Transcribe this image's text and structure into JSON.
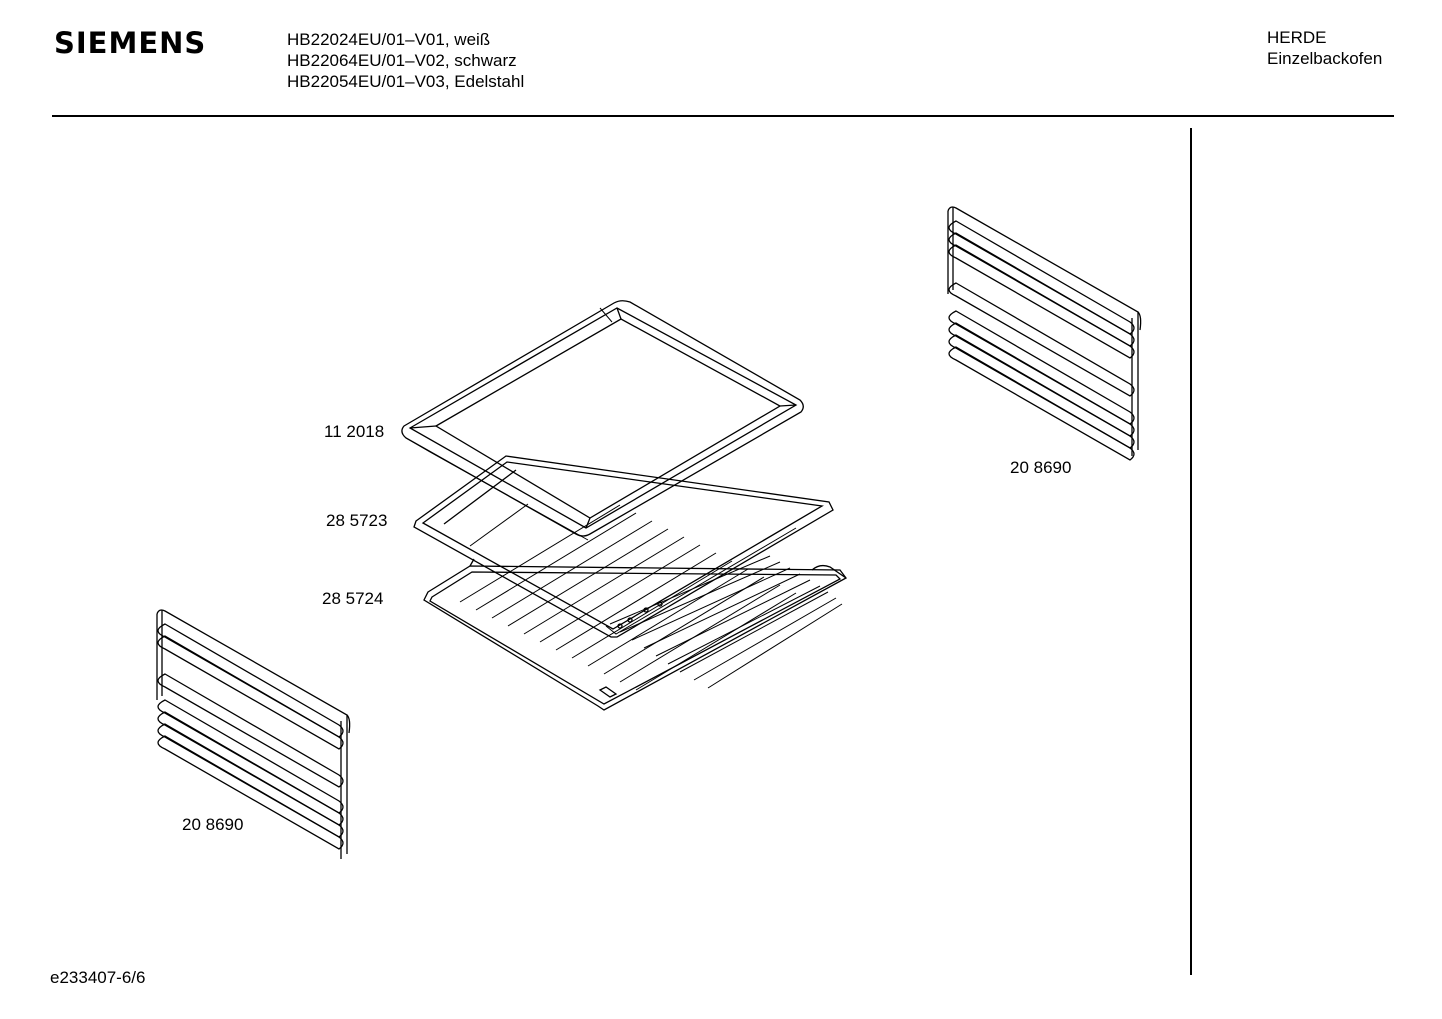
{
  "header": {
    "brand": "SIEMENS",
    "models": [
      "HB22024EU/01–V01, weiß",
      "HB22064EU/01–V02, schwarz",
      "HB22054EU/01–V03, Edelstahl"
    ],
    "category": "HERDE",
    "subcategory": "Einzelbackofen"
  },
  "parts": {
    "baking_tray": "11 2018",
    "enamel_tray": "28 5723",
    "grid_shelf": "28 5724",
    "rail_right": "20 8690",
    "rail_left": "20 8690"
  },
  "footer": {
    "doc_id": "e233407-6/6"
  }
}
